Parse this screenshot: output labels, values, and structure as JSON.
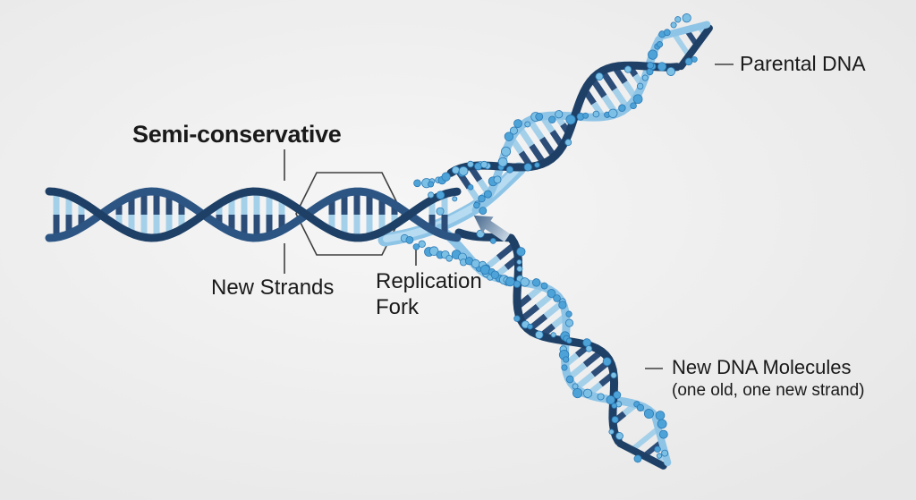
{
  "labels": {
    "title": "Semi-conservative",
    "new_strands": "New Strands",
    "replication_fork": "Replication Fork",
    "parental_dna": "Parental DNA",
    "new_dna_molecules": "New DNA Molecules",
    "new_dna_molecules_sub": "(one old, one new strand)"
  },
  "diagram": {
    "type": "dna-semiconservative-replication-illustration",
    "colors": {
      "background_center": "#f6f6f6",
      "background_edge": "#e7e7e7",
      "parental_strand_navy": "#1e4066",
      "parental_strand_steel": "#2c5584",
      "new_strand_light_blue": "#8ec4e6",
      "ribbon_light": "#b7dcf2",
      "rung_navy": "#2b4d78",
      "rung_light": "#a5d0ea",
      "bead_fill_1": "#4da3d8",
      "bead_fill_2": "#7cc0e6",
      "bead_stroke": "#2a79b4",
      "arrow_dark": "#46678c",
      "arrow_light": "#c6d5e3",
      "annotation_line": "#3f3f3f",
      "text": "#1a1a1a"
    }
  }
}
